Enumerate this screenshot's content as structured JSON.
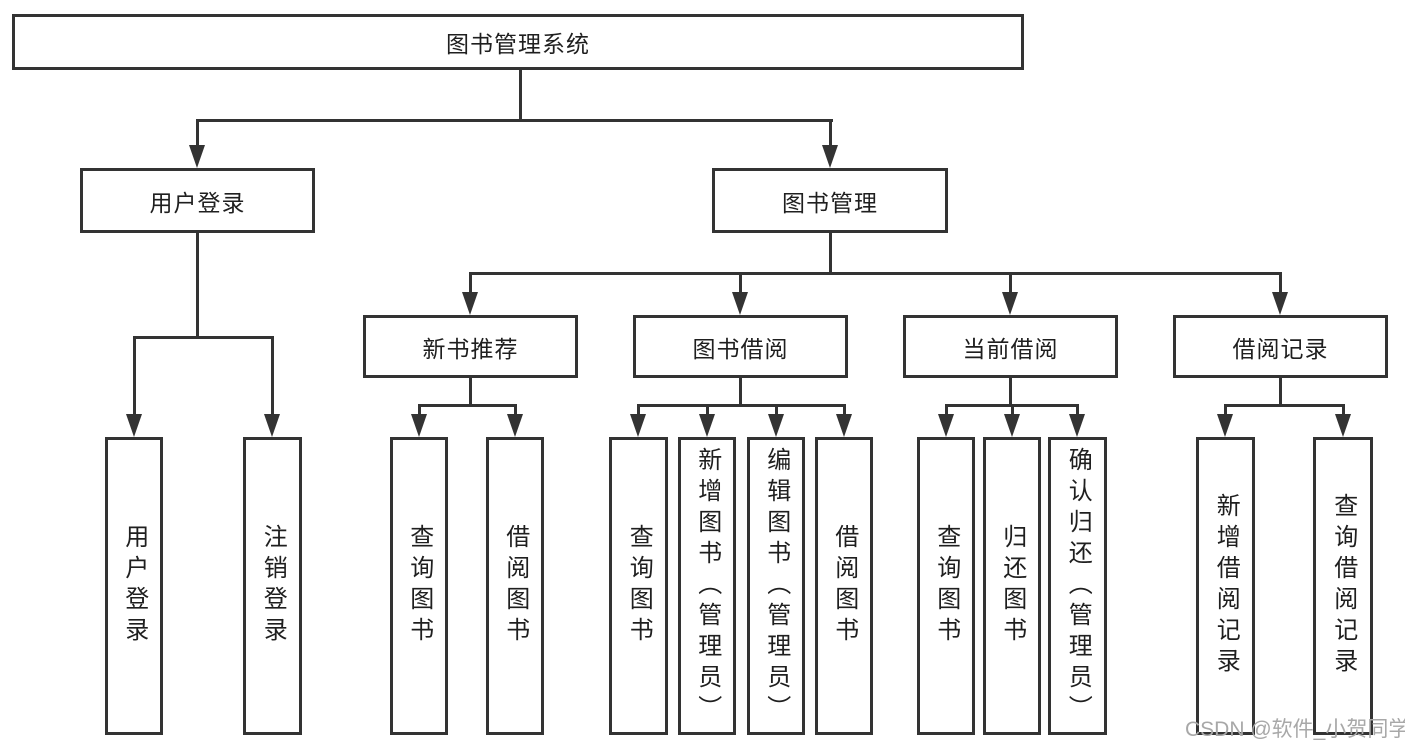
{
  "diagram": {
    "root": {
      "label": "图书管理系统"
    },
    "level1": [
      {
        "label": "用户登录"
      },
      {
        "label": "图书管理"
      }
    ],
    "level2": [
      {
        "label": "新书推荐",
        "parent": "图书管理"
      },
      {
        "label": "图书借阅",
        "parent": "图书管理"
      },
      {
        "label": "当前借阅",
        "parent": "图书管理"
      },
      {
        "label": "借阅记录",
        "parent": "图书管理"
      }
    ],
    "level3": [
      {
        "label": "用户登录",
        "parent": "用户登录"
      },
      {
        "label": "注销登录",
        "parent": "用户登录"
      },
      {
        "label": "查询图书",
        "parent": "新书推荐"
      },
      {
        "label": "借阅图书",
        "parent": "新书推荐"
      },
      {
        "label": "查询图书",
        "parent": "图书借阅"
      },
      {
        "label": "新增图书（管理员）",
        "parent": "图书借阅"
      },
      {
        "label": "编辑图书（管理员）",
        "parent": "图书借阅"
      },
      {
        "label": "借阅图书",
        "parent": "图书借阅"
      },
      {
        "label": "查询图书",
        "parent": "当前借阅"
      },
      {
        "label": "归还图书",
        "parent": "当前借阅"
      },
      {
        "label": "确认归还（管理员）",
        "parent": "当前借阅"
      },
      {
        "label": "新增借阅记录",
        "parent": "借阅记录"
      },
      {
        "label": "查询借阅记录",
        "parent": "借阅记录"
      }
    ],
    "watermark": "CSDN @软件_小贺同学",
    "colors": {
      "line": "#333333",
      "text": "#1f1f1f",
      "watermark": "#a8a8a8",
      "background": "#ffffff"
    }
  }
}
